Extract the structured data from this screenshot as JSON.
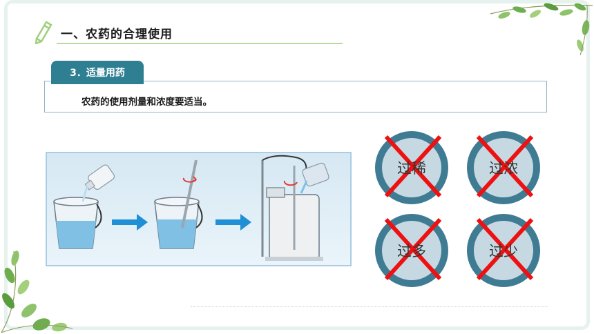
{
  "header": {
    "title": "一、农药的合理使用"
  },
  "section": {
    "tab_label": "3．适量用药",
    "description": "农药的使用剂量和浓度要适当。"
  },
  "warnings": [
    {
      "label": "过稀"
    },
    {
      "label": "过浓"
    },
    {
      "label": "过多"
    },
    {
      "label": "过少"
    }
  ],
  "colors": {
    "accent": "#2f7f92",
    "circle_ring": "#3f7c94",
    "circle_fill": "#c6d9e3",
    "cross": "#ee1111",
    "water": "#7fc0e4",
    "arrow": "#1f8fd6"
  }
}
